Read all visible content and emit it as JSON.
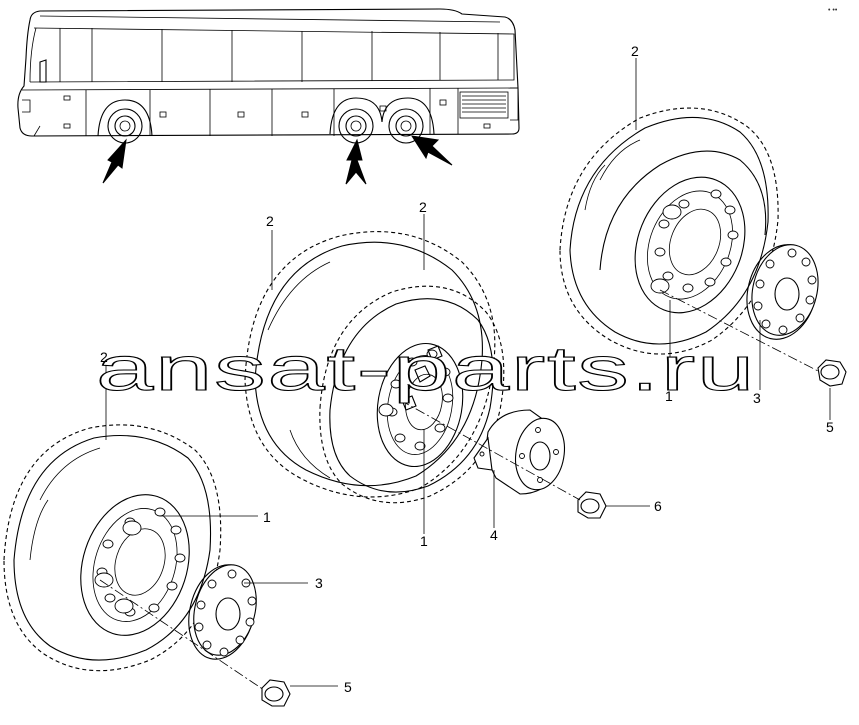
{
  "watermark": "ansat-parts.ru",
  "corner_mark": "• ••",
  "callouts": {
    "top_wheel": {
      "tire": "2",
      "rim": "1",
      "cover": "3",
      "nut": "5"
    },
    "middle_wheel": {
      "tire_outer": "2",
      "tire_inner": "2",
      "rim": "1",
      "spacer": "4",
      "nut": "6"
    },
    "left_wheel": {
      "tire": "2",
      "rim": "1",
      "cover": "3",
      "nut": "5"
    }
  }
}
